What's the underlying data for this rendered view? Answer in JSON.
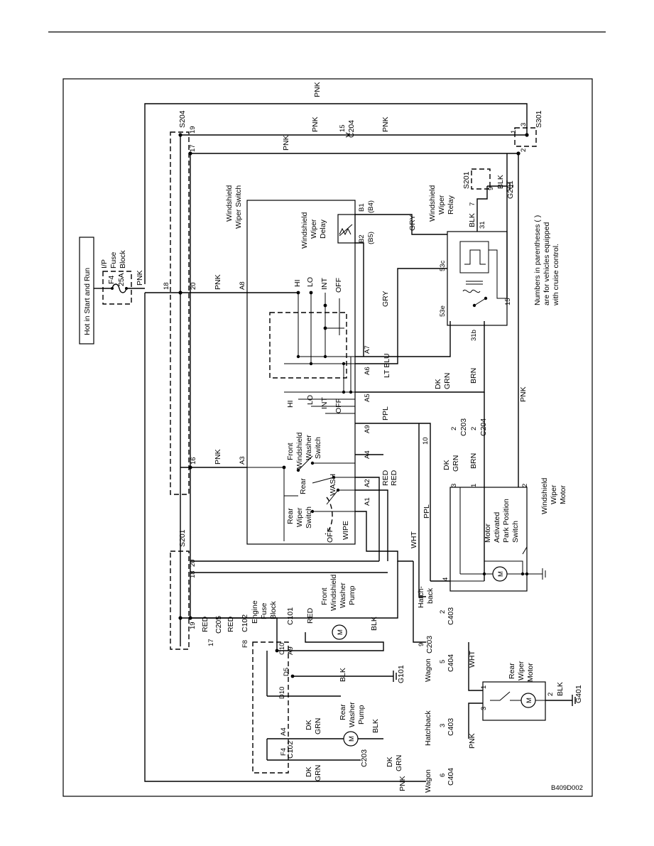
{
  "labels": {
    "hot": "Hot in Start and Run",
    "ip_fuse": "I/P",
    "ip_fuse2": "Fuse",
    "ip_fuse3": "Block",
    "f4": "F4",
    "f4_amp": "25A",
    "s204": "S204",
    "s301": "S301",
    "s201_top": "S201",
    "s201_bot": "S201",
    "g201": "G201",
    "g101": "G101",
    "g401": "G401",
    "c204": "C204",
    "c204_b": "C204",
    "c205": "C205",
    "c102": "C102",
    "c102_b": "C102",
    "c101": "C101",
    "c203_a": "C203",
    "c203_b": "C203",
    "c203_c": "C203",
    "c403_a": "C403",
    "c403_b": "C403",
    "c404_a": "C404",
    "c404_b": "C404",
    "ws_switch": "Windshield",
    "ws_switch2": "Wiper Switch",
    "ws_delay": "Windshield",
    "ws_delay2": "Wiper",
    "ws_delay3": "Delay",
    "relay": "Windshield",
    "relay2": "Wiper",
    "relay3": "Relay",
    "motor": "Windshield",
    "motor2": "Wiper",
    "motor3": "Motor",
    "park": "Motor",
    "park2": "Activated",
    "park3": "Park Position",
    "park4": "Switch",
    "front_wash_sw": "Front",
    "front_wash_sw2": "Windshield",
    "front_wash_sw3": "Washer",
    "front_wash_sw4": "Switch",
    "rear_wiper_sw": "Rear",
    "rear_wiper_sw2": "Wiper",
    "rear_wiper_sw3": "Switch",
    "rear": "Rear",
    "wash": "WASH",
    "wipe": "WIPE",
    "off": "OFF",
    "hi": "HI",
    "lo": "LO",
    "int": "INT",
    "off2": "OFF",
    "hi2": "HI",
    "lo2": "LO",
    "int2": "INT",
    "off3": "OFF",
    "engine_fuse": "Engine",
    "engine_fuse2": "Fuse",
    "engine_fuse3": "Block",
    "f8": "F8",
    "f4b": "F4",
    "front_pump": "Front",
    "front_pump2": "Windshield",
    "front_pump3": "Washer",
    "front_pump4": "Pump",
    "rear_pump": "Rear",
    "rear_pump2": "Washer",
    "rear_pump3": "Pump",
    "rear_motor": "Rear",
    "rear_motor2": "Wiper",
    "rear_motor3": "Motor",
    "hatchback": "Hatch-",
    "hatchback2": "back",
    "hatchback3": "Hatchback",
    "wagon": "Wagon",
    "wagon2": "Wagon",
    "note": "Numbers in parentheses ( )",
    "note2": "are for vehicles equipped",
    "note3": "with cruise control.",
    "code": "B409D002",
    "pnk": "PNK",
    "gry": "GRY",
    "ltblu": "LT BLU",
    "dkgrn": "DK",
    "dkgrn2": "GRN",
    "brn": "BRN",
    "ppl": "PPL",
    "red": "RED",
    "wht": "WHT",
    "blk": "BLK",
    "a1": "A1",
    "a2": "A2",
    "a3": "A3",
    "a4": "A4",
    "a5": "A5",
    "a6": "A6",
    "a7": "A7",
    "a8": "A8",
    "a9": "A9",
    "b1": "B1",
    "b4": "(B4)",
    "b2": "B2",
    "b5": "(B5)",
    "t53c": "53c",
    "t53e": "53e",
    "t31b": "31b",
    "t31": "31",
    "t15": "15",
    "n18": "18",
    "n20": "20",
    "n16": "16",
    "n19": "19",
    "n17": "17",
    "n15": "15",
    "n1": "1",
    "n2": "2",
    "n3": "3",
    "n4": "4",
    "n7": "7",
    "n9": "9",
    "n10": "10",
    "n5": "5",
    "n6": "6",
    "c10": "C10",
    "a9b": "A9",
    "d5": "D5",
    "d10": "D10",
    "a4b": "A4"
  }
}
